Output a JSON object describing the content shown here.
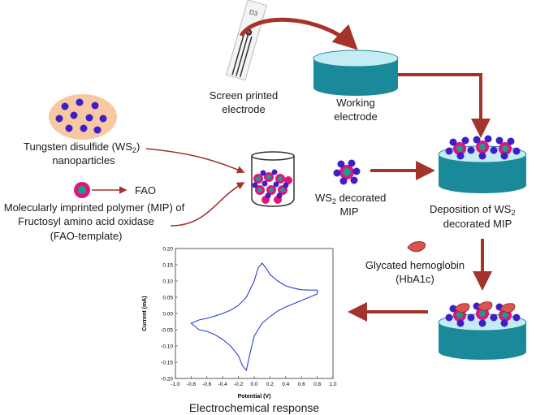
{
  "labels": {
    "screen_printed_1": "Screen printed",
    "screen_printed_2": "electrode",
    "working_1": "Working",
    "working_2": "electrode",
    "ws2_np_1a": "Tungsten disulfide (WS",
    "ws2_np_1b": "2",
    "ws2_np_1c": ")",
    "ws2_np_2": "nanoparticles",
    "fao": "FAO",
    "mip_1": "Molecularly imprinted polymer (MIP) of",
    "mip_2": "Fructosyl amino acid oxidase",
    "mip_3": "(FAO-template)",
    "ws2_dec_1a": "WS",
    "ws2_dec_1b": "2",
    "ws2_dec_1c": " decorated",
    "ws2_dec_2": "MIP",
    "deposition_1a": "Deposition of WS",
    "deposition_1b": "2",
    "deposition_2": "decorated MIP",
    "glycated_1": "Glycated hemoglobin",
    "glycated_2": "(HbA1c)",
    "electrochem": "Electrochemical response",
    "strip_text": "D3"
  },
  "colors": {
    "arrow": "#a4332b",
    "cylinder_side": "#1a8a9a",
    "cylinder_top": "#c4ecf2",
    "ws2_particle": "#3d1fc9",
    "mip_ring": "#e0157c",
    "fao_core": "#1c9a8a",
    "np_cloud": "#f6c9a3",
    "cv_curve": "#2b3fd6",
    "hba1c": "#d9534f"
  },
  "chart_data": {
    "type": "line",
    "title": "",
    "xlabel": "Potential (V)",
    "ylabel": "Current (mA)",
    "xlim": [
      -1.0,
      1.0
    ],
    "ylim": [
      -0.2,
      0.2
    ],
    "xticks": [
      "-1.0",
      "-0.8",
      "-0.6",
      "-0.4",
      "-0.2",
      "0.0",
      "0.2",
      "0.4",
      "0.6",
      "0.8",
      "1.0"
    ],
    "yticks": [
      "-0.20",
      "-0.15",
      "-0.10",
      "-0.05",
      "0.00",
      "0.05",
      "0.10",
      "0.15",
      "0.20"
    ],
    "series": [
      {
        "x": [
          -0.8,
          -0.7,
          -0.6,
          -0.5,
          -0.4,
          -0.3,
          -0.2,
          -0.1,
          0.0,
          0.05,
          0.1,
          0.15,
          0.2,
          0.3,
          0.4,
          0.5,
          0.6,
          0.7,
          0.8,
          0.8,
          0.7,
          0.6,
          0.5,
          0.4,
          0.3,
          0.2,
          0.1,
          0.0,
          -0.05,
          -0.1,
          -0.15,
          -0.2,
          -0.3,
          -0.4,
          -0.5,
          -0.6,
          -0.7,
          -0.8
        ],
        "y": [
          -0.03,
          -0.02,
          -0.015,
          -0.008,
          0.0,
          0.01,
          0.025,
          0.05,
          0.1,
          0.14,
          0.155,
          0.14,
          0.12,
          0.1,
          0.085,
          0.078,
          0.073,
          0.072,
          0.072,
          0.06,
          0.05,
          0.04,
          0.03,
          0.02,
          0.008,
          -0.01,
          -0.03,
          -0.07,
          -0.12,
          -0.175,
          -0.16,
          -0.13,
          -0.1,
          -0.08,
          -0.065,
          -0.055,
          -0.05,
          -0.03
        ]
      }
    ],
    "grid": false
  }
}
